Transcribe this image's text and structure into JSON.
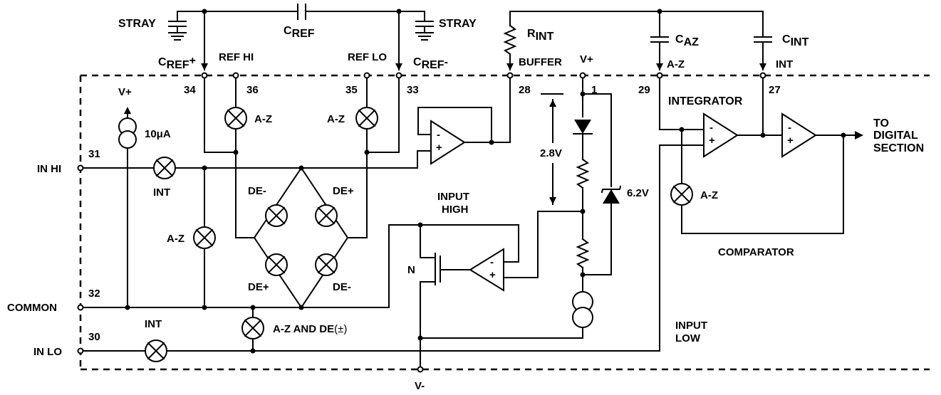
{
  "labels": {
    "stray_left": "STRAY",
    "stray_right": "STRAY",
    "cref": "C",
    "cref_sub": "REF",
    "cref_plus": "C",
    "cref_plus_sub": "REF",
    "cref_plus_sign": "+",
    "cref_minus": "C",
    "cref_minus_sub": "REF",
    "cref_minus_sign": "-",
    "ref_hi": "REF HI",
    "ref_lo": "REF LO",
    "rint": "R",
    "rint_sub": "INT",
    "buffer": "BUFFER",
    "vplus_top": "V+",
    "caz": "C",
    "caz_sub": "AZ",
    "az_pin": "A-Z",
    "cint": "C",
    "cint_sub": "INT",
    "int_pin": "INT",
    "pin34": "34",
    "pin36": "36",
    "pin35": "35",
    "pin33": "33",
    "pin28": "28",
    "pin1": "1",
    "pin29": "29",
    "pin27": "27",
    "pin31": "31",
    "pin32": "32",
    "pin30": "30",
    "vplus_src": "V+",
    "current": "10μA",
    "az_sw_hi": "A-Z",
    "az_sw_lo": "A-Z",
    "integrator": "INTEGRATOR",
    "to_digital": "TO",
    "to_digital2": "DIGITAL",
    "to_digital3": "SECTION",
    "in_hi": "IN HI",
    "int_sw": "INT",
    "de_minus_tl": "DE-",
    "de_plus_tr": "DE+",
    "de_plus_bl": "DE+",
    "de_minus_br": "DE-",
    "volt_28": "2.8V",
    "volt_62": "6.2V",
    "input_high": "INPUT",
    "input_high2": "HIGH",
    "az_left": "A-Z",
    "n_label": "N",
    "az_comp": "A-Z",
    "comparator": "COMPARATOR",
    "common": "COMMON",
    "int_lo": "INT",
    "az_de": "A-Z AND DE",
    "az_de_pm": "(±)",
    "input_low": "INPUT",
    "input_low2": "LOW",
    "in_lo": "IN LO",
    "vminus": "V-"
  }
}
